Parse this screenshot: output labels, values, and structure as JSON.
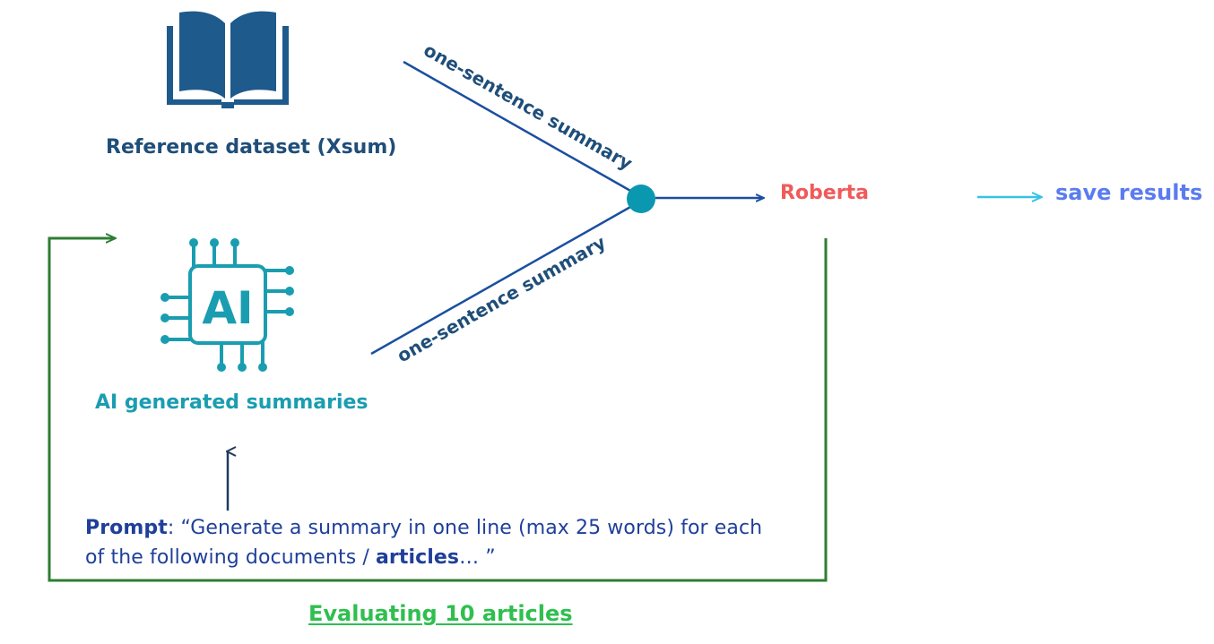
{
  "nodes": {
    "reference": {
      "label": "Reference dataset (Xsum)",
      "icon": "book-icon"
    },
    "ai": {
      "label": "AI generated summaries",
      "icon": "ai-chip-icon",
      "chip_text": "AI"
    },
    "roberta": {
      "label": "Roberta"
    },
    "save": {
      "label": "save results"
    }
  },
  "edges": {
    "reference_to_roberta": "one-sentence summary",
    "ai_to_roberta": "one-sentence summary"
  },
  "prompt": {
    "label": "Prompt",
    "sep": ": ",
    "text_part1": "“Generate a summary in one line (max 25 words) for each of the following documents / ",
    "emphasis": "articles",
    "text_part2": "… ”"
  },
  "loop_caption": "Evaluating 10 articles",
  "colors": {
    "reference": "#1f4e79",
    "ai": "#1a9db0",
    "roberta": "#f05a5a",
    "save": "#5b7cf0",
    "loop": "#2e7d32",
    "caption": "#2fbf4f",
    "prompt": "#1f3f9a"
  }
}
